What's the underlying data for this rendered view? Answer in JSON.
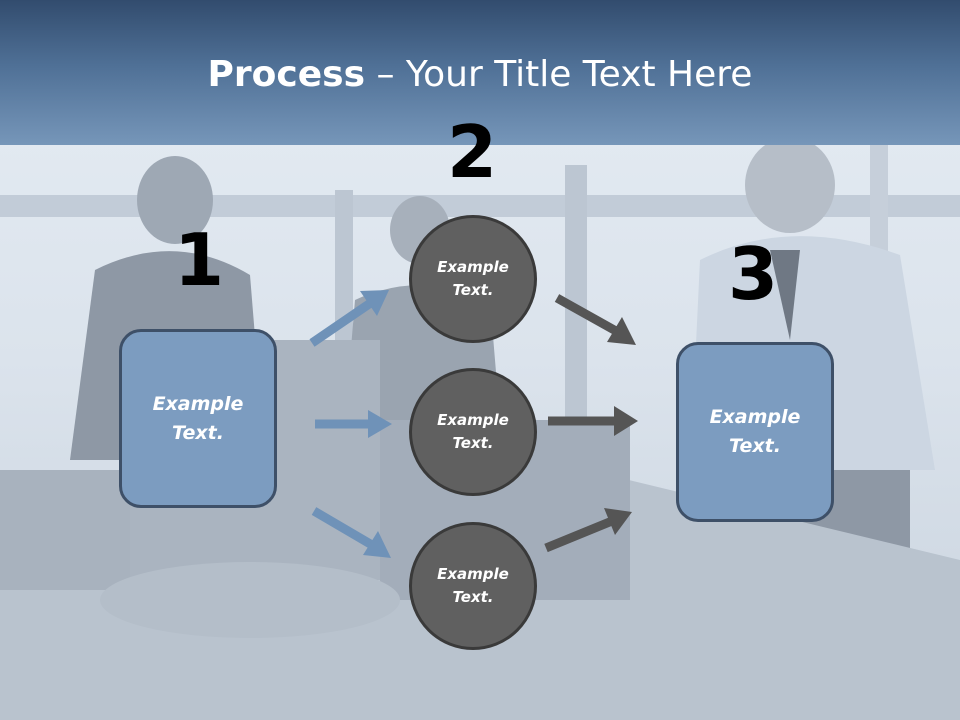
{
  "slide": {
    "title_bold": "Process",
    "title_rest": " – Your Title Text Here"
  },
  "diagram": {
    "step1": {
      "number": "1",
      "text": "Example Text."
    },
    "step2": {
      "number": "2",
      "circles": [
        {
          "text": "Example Text."
        },
        {
          "text": "Example Text."
        },
        {
          "text": "Example Text."
        }
      ]
    },
    "step3": {
      "number": "3",
      "text": "Example Text."
    }
  },
  "colors": {
    "title_band": "#4f7096",
    "box_fill": "#7c9cc0",
    "box_border": "#3e5068",
    "circle_fill": "#606060",
    "blue_arrow": "#6f92b8",
    "gray_arrow": "#555555"
  }
}
